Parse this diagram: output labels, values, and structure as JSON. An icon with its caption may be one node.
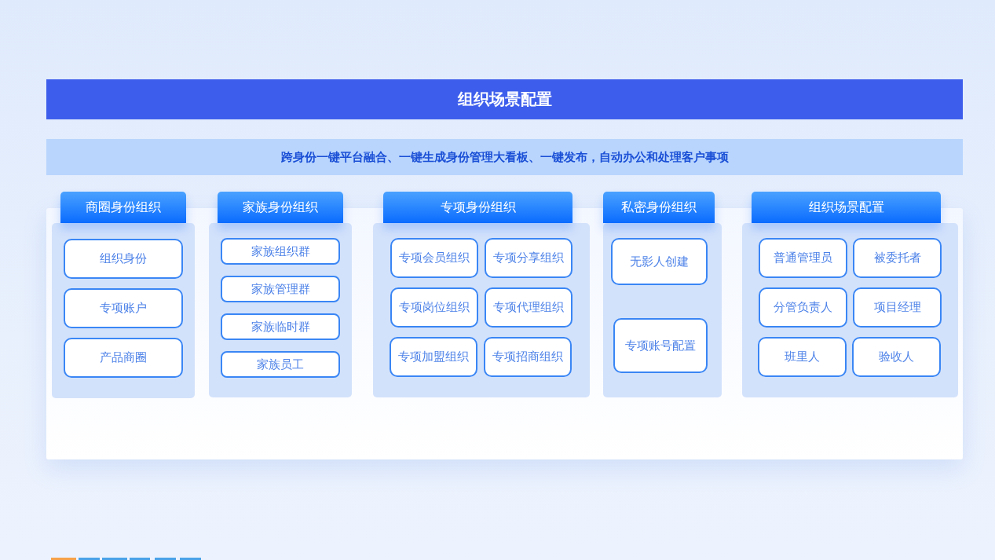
{
  "diagram": {
    "title": "组织场景配置",
    "nodes": [
      {
        "text": [
          "跨身份一键平台融合、一键生成身份管理大看板、一键发布，自动办公和处理客户事项"
        ]
      },
      {
        "text": [
          "商圈身份组织"
        ]
      },
      {
        "text": [
          "组织身份"
        ],
        "in": 1
      },
      {
        "text": [
          "专项账户"
        ],
        "in": 1
      },
      {
        "text": [
          "产品商圈"
        ],
        "in": 1
      },
      {
        "text": [
          "家族身份组织"
        ]
      },
      {
        "text": [
          "家族组织群"
        ],
        "in": 5
      },
      {
        "text": [
          "家族管理群"
        ],
        "in": 5
      },
      {
        "text": [
          "家族临时群"
        ],
        "in": 5
      },
      {
        "text": [
          "家族员工"
        ],
        "in": 5
      },
      {
        "text": [
          "专项身份组织"
        ]
      },
      {
        "text": [
          "专项会员组织"
        ],
        "in": 10
      },
      {
        "text": [
          "专项分享组织"
        ],
        "in": 10
      },
      {
        "text": [
          "专项岗位组织"
        ],
        "in": 10
      },
      {
        "text": [
          "专项代理组织"
        ],
        "in": 10
      },
      {
        "text": [
          "专项加盟组织"
        ],
        "in": 10
      },
      {
        "text": [
          "专项招商组织"
        ],
        "in": 10
      },
      {
        "text": [
          "私密身份组织"
        ]
      },
      {
        "text": [
          "无影人创建"
        ],
        "in": 17
      },
      {
        "text": [
          "专项账号配置"
        ],
        "in": 17
      },
      {
        "text": [
          "组织场景配置"
        ]
      },
      {
        "text": [
          "普通管理员"
        ],
        "in": 20
      },
      {
        "text": [
          "被委托者"
        ],
        "in": 20
      },
      {
        "text": [
          "分管负责人"
        ],
        "in": 20
      },
      {
        "text": [
          "项目经理"
        ],
        "in": 20
      },
      {
        "text": [
          "班里人"
        ],
        "in": 20
      },
      {
        "text": [
          "验收人"
        ],
        "in": 20
      }
    ]
  }
}
